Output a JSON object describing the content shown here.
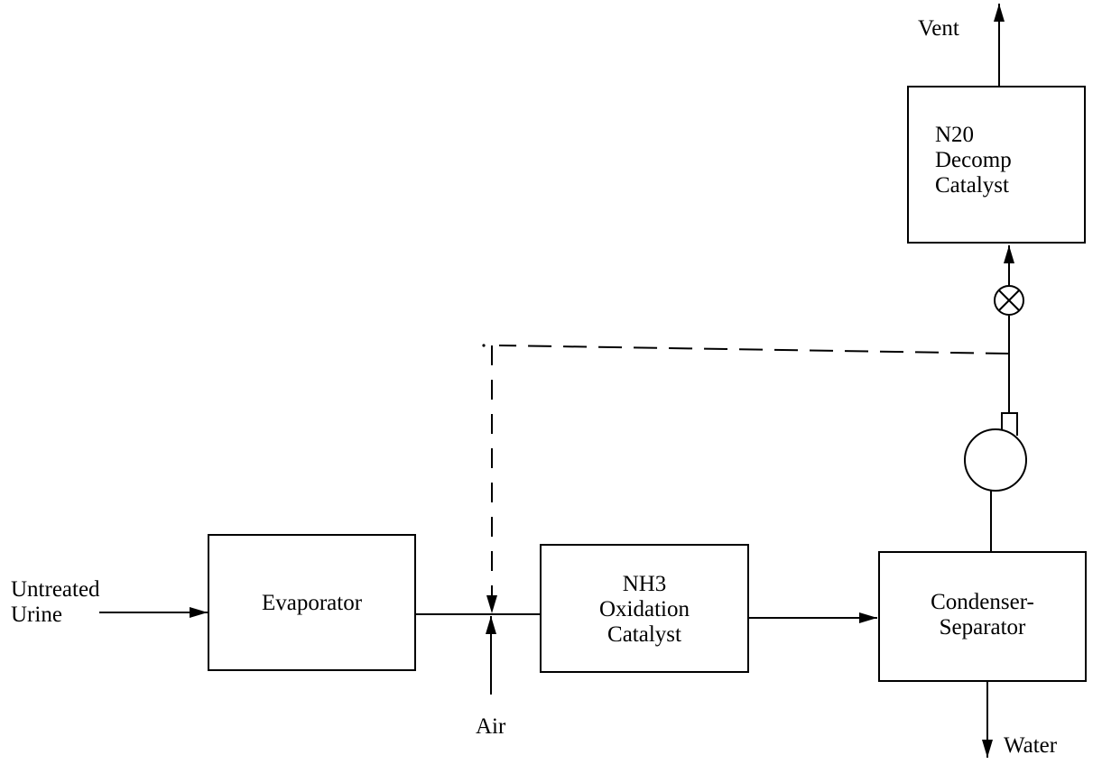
{
  "diagram": {
    "inputs": {
      "untreated_urine": [
        "Untreated",
        "Urine"
      ],
      "air": "Air"
    },
    "outputs": {
      "vent": "Vent",
      "water": "Water"
    },
    "units": {
      "evaporator": [
        "Evaporator"
      ],
      "nh3_catalyst": [
        "NH3",
        "Oxidation",
        "Catalyst"
      ],
      "condenser": [
        "Condenser-",
        "Separator"
      ],
      "n2o_catalyst": [
        "N20",
        "Decomp",
        "Catalyst"
      ]
    },
    "equipment": {
      "pump": "pump-icon",
      "valve": "valve-icon"
    },
    "colors": {
      "line": "#000000",
      "background": "#ffffff"
    }
  }
}
